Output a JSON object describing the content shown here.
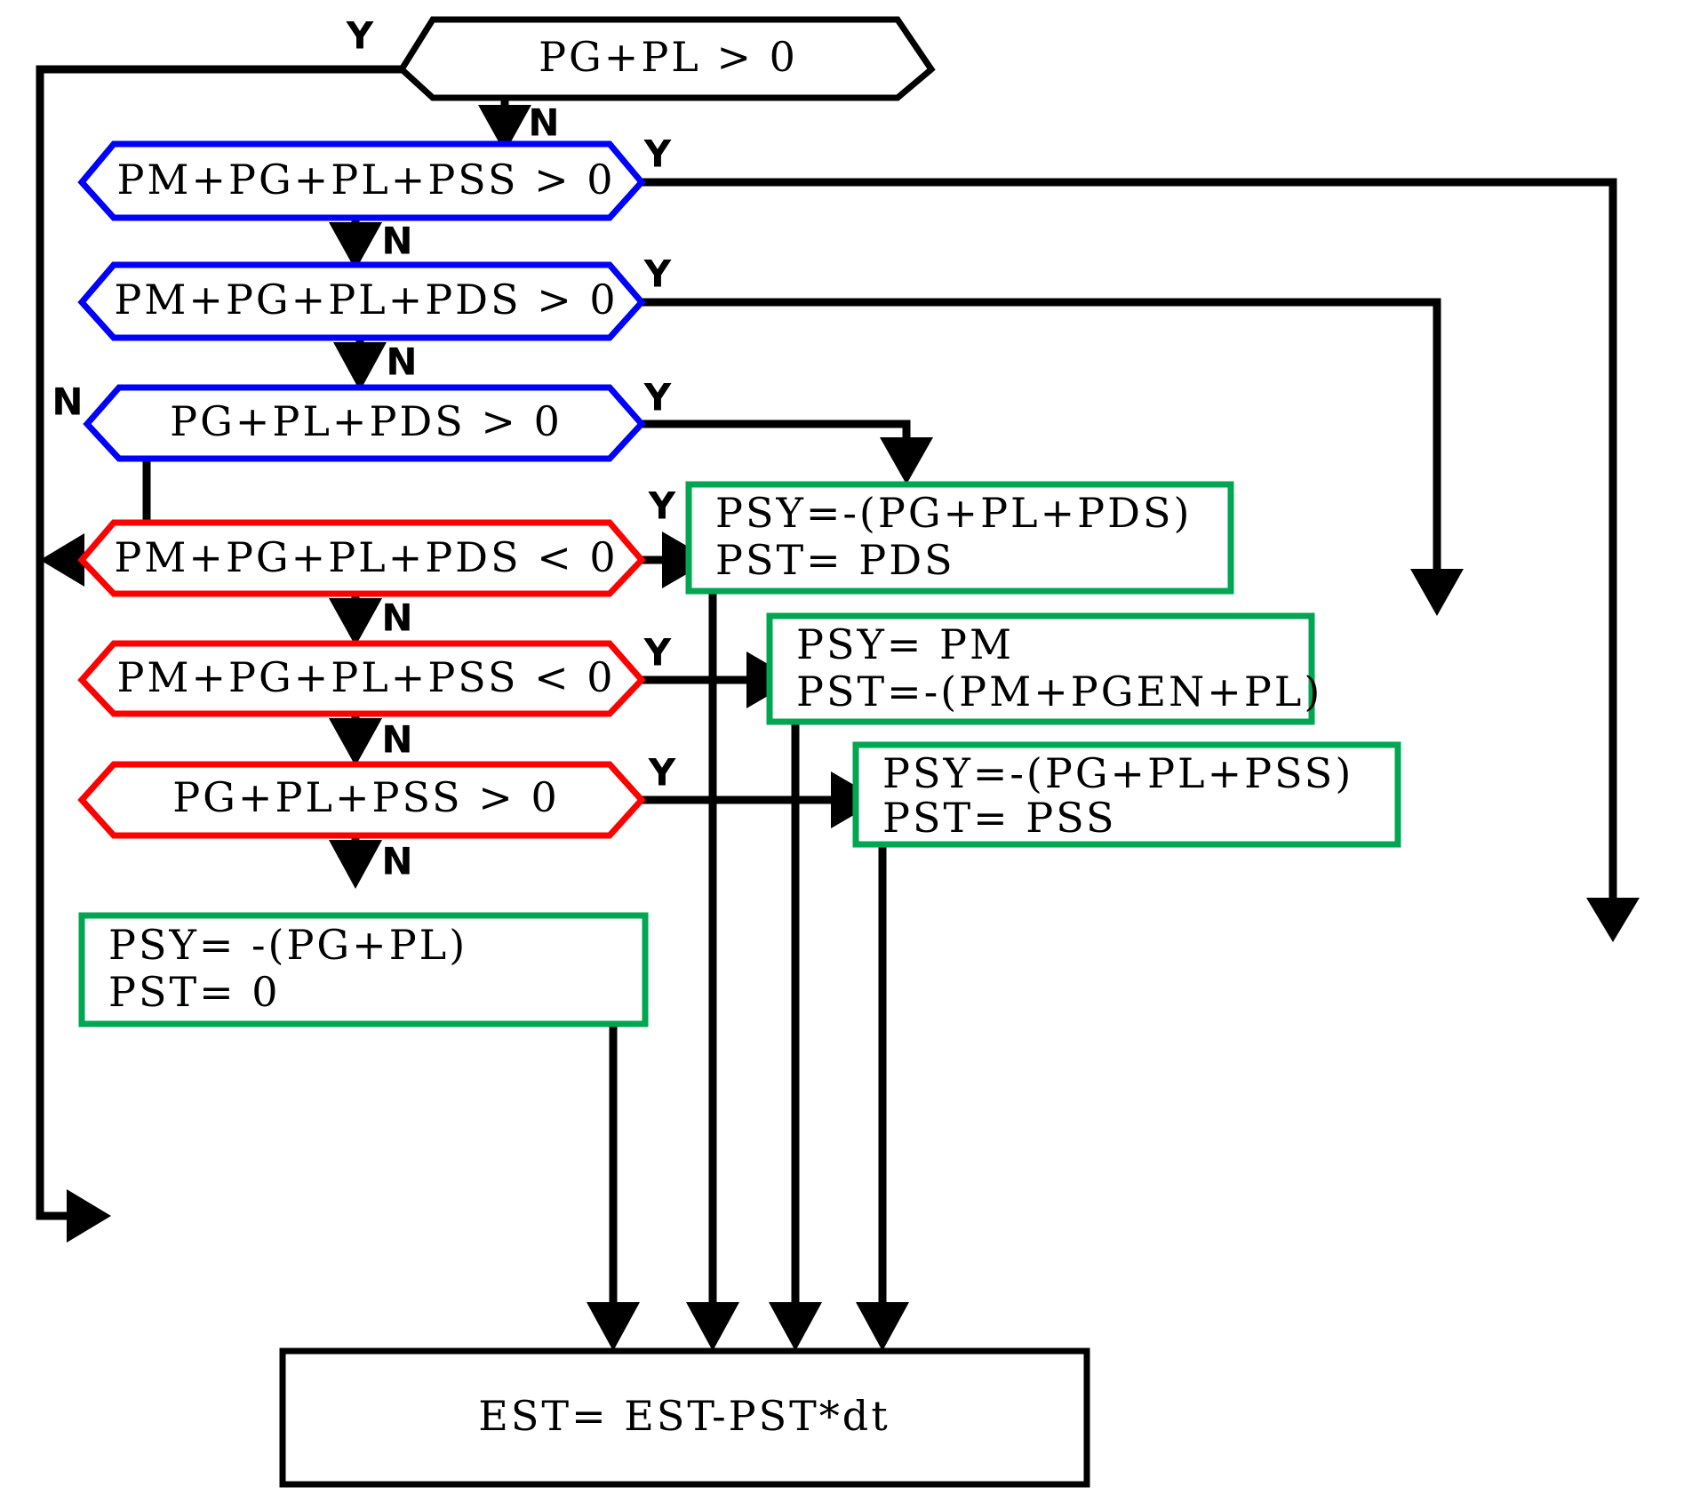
{
  "diagram": {
    "title": "Power balance decision flowchart",
    "colors": {
      "black": "#000000",
      "blue": "#0000FF",
      "red": "#FF0000",
      "green": "#00A651",
      "white": "#FFFFFF"
    },
    "labels": {
      "yes": "Y",
      "no": "N"
    }
  },
  "nodes": {
    "d0": {
      "text": "PG+PL > 0",
      "shape": "hexagon",
      "color": "#000000"
    },
    "d1": {
      "text": "PM+PG+PL+PSS > 0",
      "shape": "hexagon",
      "color": "#0000FF"
    },
    "d2": {
      "text": "PM+PG+PL+PDS > 0",
      "shape": "hexagon",
      "color": "#0000FF"
    },
    "d3": {
      "text": "PG+PL+PDS > 0",
      "shape": "hexagon",
      "color": "#0000FF"
    },
    "d4": {
      "text": "PM+PG+PL+PDS < 0",
      "shape": "hexagon",
      "color": "#FF0000"
    },
    "d5": {
      "text": "PM+PG+PL+PSS < 0",
      "shape": "hexagon",
      "color": "#FF0000"
    },
    "d6": {
      "text": "PG+PL+PSS > 0",
      "shape": "hexagon",
      "color": "#FF0000"
    },
    "a1": {
      "line1": "PSY=-(PG+PL+PDS)",
      "line2": "PST=  PDS",
      "shape": "rect",
      "color": "#00A651"
    },
    "a2": {
      "line1": "PSY=   PM",
      "line2": "PST=-(PM+PGEN+PL)",
      "shape": "rect",
      "color": "#00A651"
    },
    "a3": {
      "line1": "PSY=-(PG+PL+PSS)",
      "line2": "PST=   PSS",
      "shape": "rect",
      "color": "#00A651"
    },
    "a4": {
      "line1": "PSY= -(PG+PL)",
      "line2": "PST=    0",
      "shape": "rect",
      "color": "#00A651"
    },
    "out": {
      "text": "EST= EST-PST*dt",
      "shape": "rect",
      "color": "#000000"
    }
  },
  "edges": [
    {
      "from": "d0",
      "to": "a4",
      "label": "Y"
    },
    {
      "from": "d0",
      "to": "d1",
      "label": "N"
    },
    {
      "from": "d1",
      "to": "a3",
      "label": "Y"
    },
    {
      "from": "d1",
      "to": "d2",
      "label": "N"
    },
    {
      "from": "d2",
      "to": "a2",
      "label": "Y"
    },
    {
      "from": "d2",
      "to": "d3",
      "label": "N"
    },
    {
      "from": "d3",
      "to": "a1",
      "label": "Y"
    },
    {
      "from": "d3",
      "to": "d4",
      "label": "N"
    },
    {
      "from": "d4",
      "to": "a1",
      "label": "Y"
    },
    {
      "from": "d4",
      "to": "d5",
      "label": "N"
    },
    {
      "from": "d5",
      "to": "a2",
      "label": "Y"
    },
    {
      "from": "d5",
      "to": "d6",
      "label": "N"
    },
    {
      "from": "d6",
      "to": "a3",
      "label": "Y"
    },
    {
      "from": "d6",
      "to": "a4",
      "label": "N"
    },
    {
      "from": "a1",
      "to": "out",
      "label": ""
    },
    {
      "from": "a2",
      "to": "out",
      "label": ""
    },
    {
      "from": "a3",
      "to": "out",
      "label": ""
    },
    {
      "from": "a4",
      "to": "out",
      "label": ""
    }
  ]
}
